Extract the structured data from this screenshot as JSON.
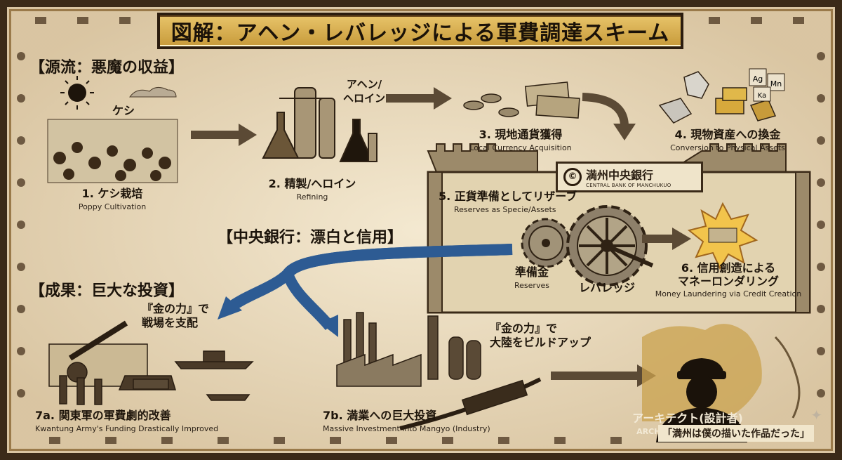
{
  "title": "図解：アヘン・レバレッジによる軍費調達スキーム",
  "sections": {
    "source": "【源流：悪魔の収益】",
    "central_bank": "【中央銀行：漂白と信用】",
    "results": "【成果：巨大な投資】"
  },
  "poppy_label": "ケシ",
  "steps": {
    "s1": {
      "ja": "1. ケシ栽培",
      "en": "Poppy Cultivation"
    },
    "s2": {
      "ja": "2. 精製/ヘロイン",
      "en": "Refining"
    },
    "s2_tag": "アヘン/\nヘロイン",
    "s3": {
      "ja": "3. 現地通貨獲得",
      "en": "Local Currency Acquisition"
    },
    "s4": {
      "ja": "4. 現物資産への換金",
      "en": "Conversion to Physical Assets"
    },
    "s5": {
      "ja": "5. 正貨準備としてリザーブ",
      "en": "Reserves as Specie/Assets"
    },
    "s6": {
      "ja": "6. 信用創造による\nマネーロンダリング",
      "en": "Money Laundering via Credit Creation"
    },
    "s7a": {
      "ja": "7a. 関東軍の軍費劇的改善",
      "en": "Kwantung Army's Funding Drastically Improved"
    },
    "s7b": {
      "ja": "7b. 満業への巨大投資",
      "en": "Massive Investment into Mangyo (Industry)"
    }
  },
  "gear_labels": {
    "reserves_ja": "準備金",
    "reserves_en": "Reserves",
    "leverage": "レバレッジ"
  },
  "bank": {
    "name": "満州中央銀行",
    "name_en": "CENTRAL BANK OF MANCHUKUO",
    "logo": "©"
  },
  "minerals": [
    "Ag",
    "Mn",
    "Ka"
  ],
  "power_captions": {
    "battlefield": "『金の力』で\n戦場を支配",
    "continent": "『金の力』で\n大陸をビルドアップ"
  },
  "architect": {
    "ja": "アーキテクト(設計者)",
    "en": "ARCHITECT (DESIGNER)"
  },
  "quote": "「満州は僕の描いた作品だった」",
  "colors": {
    "banner": "#d4aa50",
    "arrow_brown": "#5b4a35",
    "arrow_blue": "#2d5b93",
    "frame": "#3b2a18"
  }
}
